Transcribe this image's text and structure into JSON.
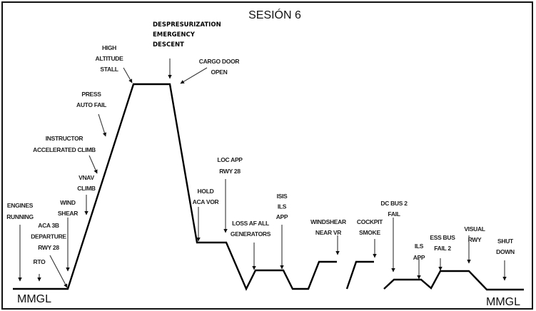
{
  "title": "SESIÓN 6",
  "airport_start": "MMGL",
  "airport_end": "MMGL",
  "events": [
    {
      "id": "engines-running",
      "lines": [
        "ENGINES",
        "RUNNING"
      ]
    },
    {
      "id": "rto",
      "lines": [
        "RTO"
      ]
    },
    {
      "id": "aca-3b-departure",
      "lines": [
        "ACA 3B",
        "DEPARTURE",
        "RWY 28"
      ]
    },
    {
      "id": "wind-shear",
      "lines": [
        "WIND",
        "SHEAR"
      ]
    },
    {
      "id": "vnav-climb",
      "lines": [
        "VNAV",
        "CLIMB"
      ]
    },
    {
      "id": "instructor-accelerated-climb",
      "lines": [
        "INSTRUCTOR",
        "ACCELERATED CLIMB"
      ]
    },
    {
      "id": "press-auto-fail",
      "lines": [
        "PRESS",
        "AUTO FAIL"
      ]
    },
    {
      "id": "high-altitude-stall",
      "lines": [
        "HIGH",
        "ALTITUDE",
        "STALL"
      ]
    },
    {
      "id": "despresurization",
      "lines": [
        "DESPRESURIZATION",
        "EMERGENCY",
        "DESCENT"
      ]
    },
    {
      "id": "cargo-door-open",
      "lines": [
        "CARGO DOOR",
        "OPEN"
      ]
    },
    {
      "id": "loc-app",
      "lines": [
        "LOC APP",
        "RWY 28"
      ]
    },
    {
      "id": "hold-aca-vor",
      "lines": [
        "HOLD",
        "ACA VOR"
      ]
    },
    {
      "id": "loss-generators",
      "lines": [
        "LOSS AF ALL",
        "GENERATORS"
      ]
    },
    {
      "id": "isis-ils-app",
      "lines": [
        "ISIS",
        "ILS",
        "APP"
      ]
    },
    {
      "id": "windshear-near-vr",
      "lines": [
        "WINDSHEAR",
        "NEAR VR"
      ]
    },
    {
      "id": "cockpit-smoke",
      "lines": [
        "COCKPIT",
        "SMOKE"
      ]
    },
    {
      "id": "dc-bus-2-fail",
      "lines": [
        "DC  BUS 2",
        "FAIL"
      ]
    },
    {
      "id": "ils-app",
      "lines": [
        "ILS",
        "APP"
      ]
    },
    {
      "id": "ess-bus-fail",
      "lines": [
        "ESS BUS",
        "FAIL 2"
      ]
    },
    {
      "id": "visual-rwy",
      "lines": [
        "VISUAL",
        "RWY"
      ]
    },
    {
      "id": "shut-down",
      "lines": [
        "SHUT",
        "DOWN"
      ]
    }
  ]
}
